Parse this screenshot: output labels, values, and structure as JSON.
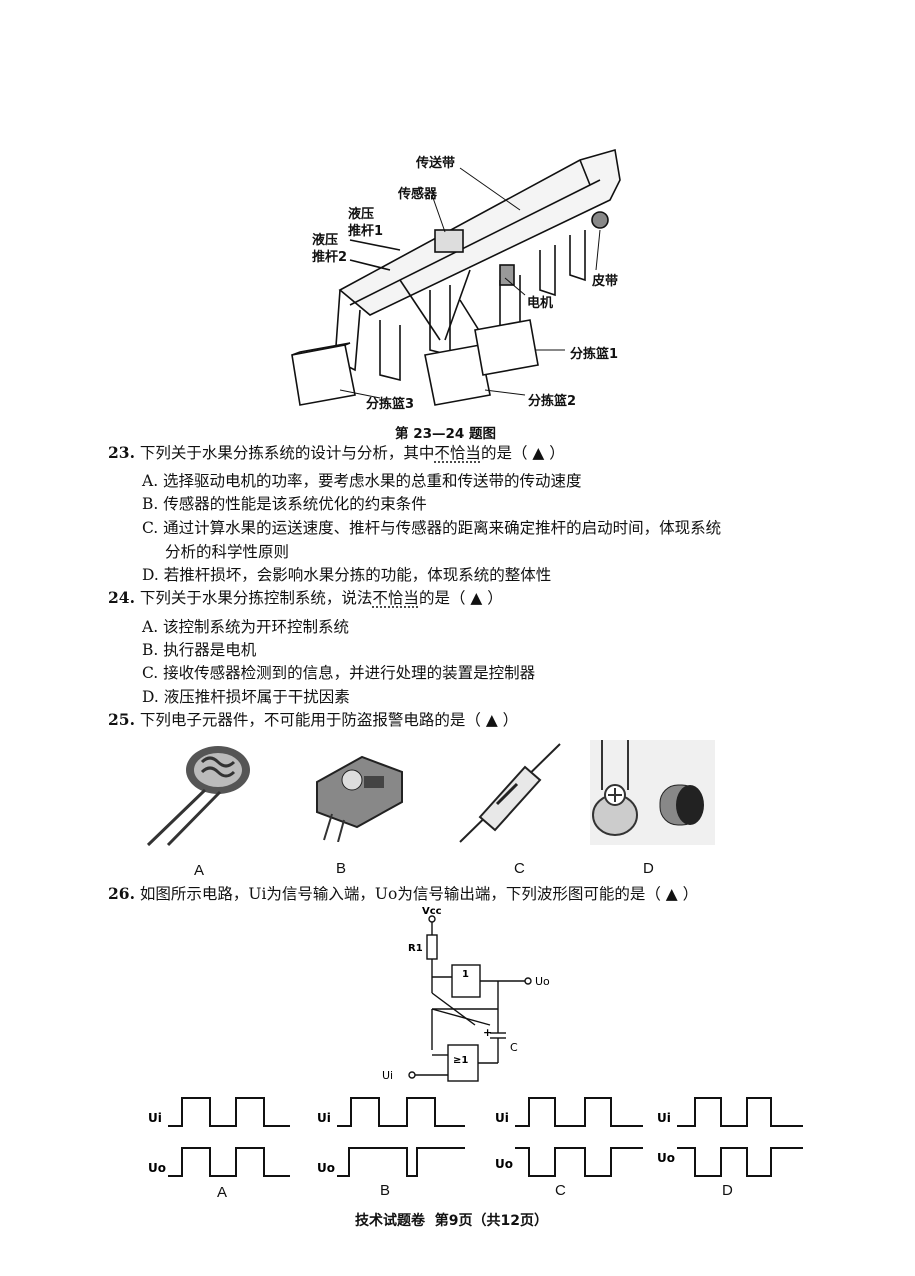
{
  "figure1": {
    "labels": {
      "conveyor": "传送带",
      "sensor": "传感器",
      "pusher1": "液压\n推杆1",
      "pusher2": "液压\n推杆2",
      "belt": "皮带",
      "motor": "电机",
      "basket1": "分拣篮1",
      "basket2": "分拣篮2",
      "basket3": "分拣篮3"
    },
    "caption": "第 23—24 题图"
  },
  "q23": {
    "number": "23.",
    "stem_pre": "下列关于水果分拣系统的设计与分析，其中",
    "stem_emph": "不恰当",
    "stem_post": "的是（ ▲ ）",
    "options": [
      "A. 选择驱动电机的功率，要考虑水果的总重和传送带的传动速度",
      "B. 传感器的性能是该系统优化的约束条件",
      "C. 通过计算水果的运送速度、推杆与传感器的距离来确定推杆的启动时间，体现系统",
      "分析的科学性原则",
      "D. 若推杆损坏，会影响水果分拣的功能，体现系统的整体性"
    ]
  },
  "q24": {
    "number": "24.",
    "stem_pre": "下列关于水果分拣控制系统，说法",
    "stem_emph": "不恰当",
    "stem_post": "的是（ ▲ ）",
    "options": [
      "A. 该控制系统为开环控制系统",
      "B. 执行器是电机",
      "C. 接收传感器检测到的信息，并进行处理的装置是控制器",
      "D. 液压推杆损坏属于干扰因素"
    ]
  },
  "q25": {
    "number": "25.",
    "stem": "下列电子元器件，不可能用于防盗报警电路的是（ ▲ ）",
    "choices": [
      "A",
      "B",
      "C",
      "D"
    ]
  },
  "q26": {
    "number": "26.",
    "stem": "如图所示电路，Ui为信号输入端，Uo为信号输出端，下列波形图可能的是（ ▲ ）",
    "circuit": {
      "vcc": "Vcc",
      "r1": "R1",
      "gate1": "1",
      "gate2": "≥1",
      "cap": "C",
      "plus": "+",
      "uo": "Uo",
      "ui": "Ui"
    },
    "wave_labels": {
      "in": "Ui",
      "out": "Uo"
    },
    "choices": [
      "A",
      "B",
      "C",
      "D"
    ]
  },
  "footer": "技术试题卷  第9页（共12页）"
}
